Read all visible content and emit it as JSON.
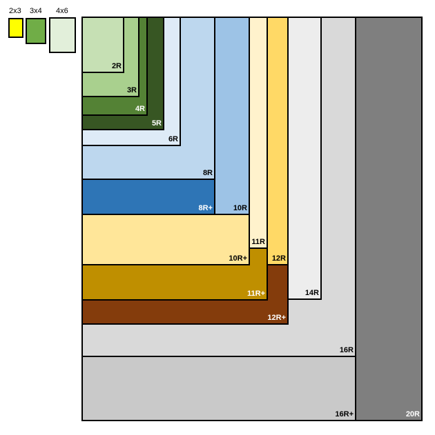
{
  "small_sizes": [
    {
      "key": "2x3",
      "label": "2x3",
      "color": "#ffff00"
    },
    {
      "key": "3x4",
      "label": "3x4",
      "color": "#70ad47"
    },
    {
      "key": "4x6",
      "label": "4x6",
      "color": "#e2efda"
    }
  ],
  "sizes": [
    {
      "key": "20R",
      "label": "20R",
      "color": "#7f7f7f",
      "label_color": "#ffffff"
    },
    {
      "key": "16R+",
      "label": "16R+",
      "color": "#c9c9c9",
      "label_color": "#000000"
    },
    {
      "key": "16R",
      "label": "16R",
      "color": "#d9d9d9",
      "label_color": "#000000"
    },
    {
      "key": "14R",
      "label": "14R",
      "color": "#ededed",
      "label_color": "#000000"
    },
    {
      "key": "12R+",
      "label": "12R+",
      "color": "#843c0c",
      "label_color": "#ffffff"
    },
    {
      "key": "12R",
      "label": "12R",
      "color": "#ffd966",
      "label_color": "#000000"
    },
    {
      "key": "11R+",
      "label": "11R+",
      "color": "#bf8f00",
      "label_color": "#ffffff"
    },
    {
      "key": "11R",
      "label": "11R",
      "color": "#fff2cc",
      "label_color": "#000000"
    },
    {
      "key": "10R+",
      "label": "10R+",
      "color": "#ffe699",
      "label_color": "#000000"
    },
    {
      "key": "10R",
      "label": "10R",
      "color": "#9dc3e6",
      "label_color": "#000000"
    },
    {
      "key": "8R+",
      "label": "8R+",
      "color": "#2e75b6",
      "label_color": "#ffffff"
    },
    {
      "key": "8R",
      "label": "8R",
      "color": "#bdd7ee",
      "label_color": "#000000"
    },
    {
      "key": "6R",
      "label": "6R",
      "color": "#deebf7",
      "label_color": "#000000"
    },
    {
      "key": "5R",
      "label": "5R",
      "color": "#375623",
      "label_color": "#ffffff"
    },
    {
      "key": "4R",
      "label": "4R",
      "color": "#548235",
      "label_color": "#ffffff"
    },
    {
      "key": "3R",
      "label": "3R",
      "color": "#a9d08e",
      "label_color": "#000000"
    },
    {
      "key": "2R",
      "label": "2R",
      "color": "#c6e0b4",
      "label_color": "#000000"
    }
  ]
}
